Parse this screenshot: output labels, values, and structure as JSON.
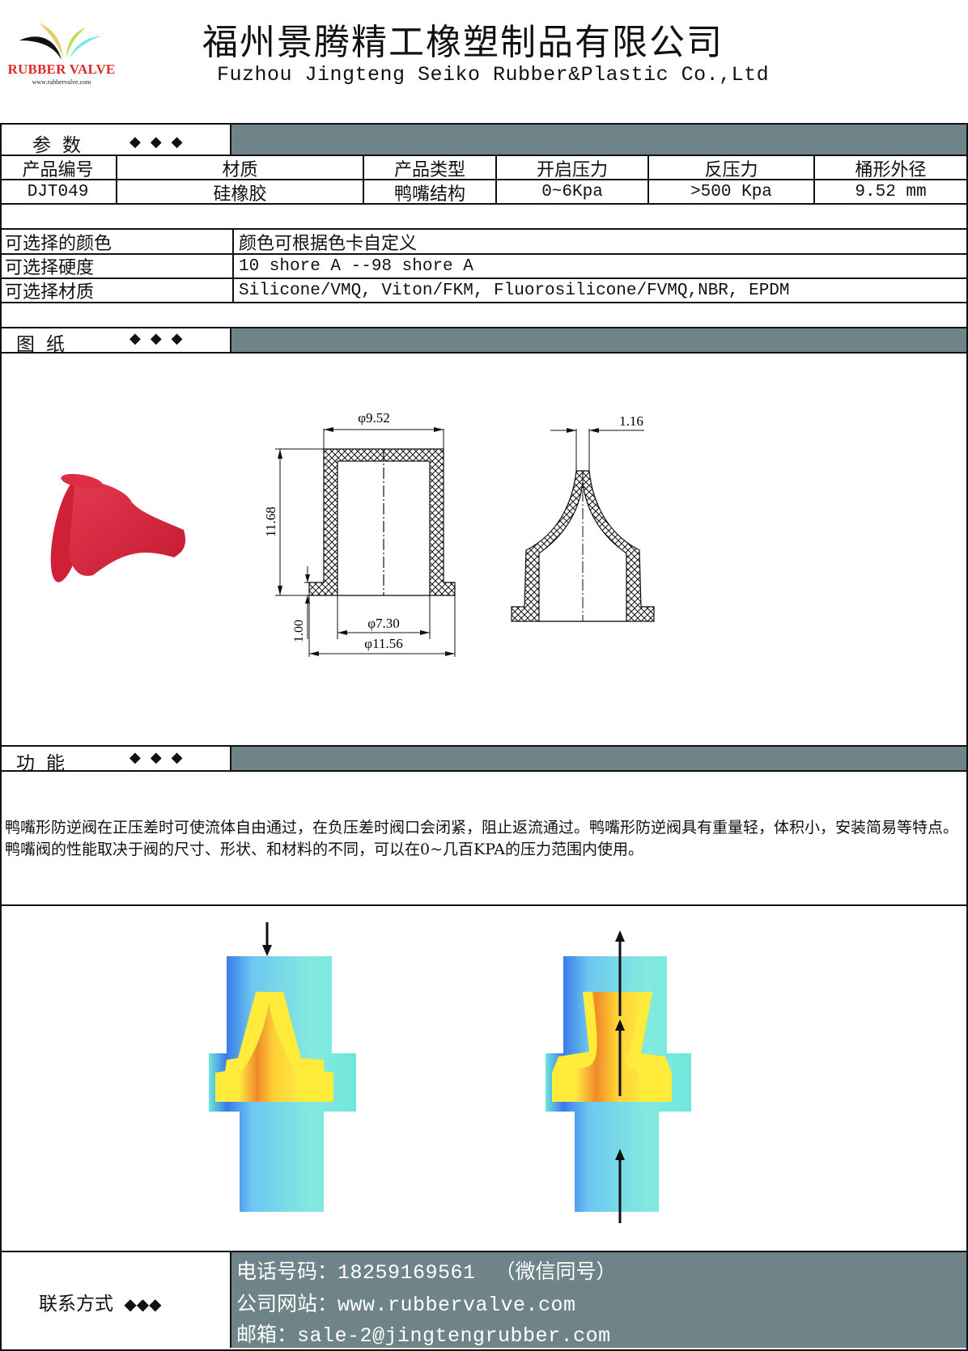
{
  "header": {
    "logo_text": "RUBBER VALVE",
    "logo_url": "www.rubbervalve.com",
    "title_cn": "福州景腾精工橡塑制品有限公司",
    "title_en": "Fuzhou Jingteng Seiko Rubber&Plastic Co.,Ltd"
  },
  "params": {
    "section_label": "参数",
    "diamonds": "◆◆◆",
    "columns": [
      "产品编号",
      "材质",
      "产品类型",
      "开启压力",
      "反压力",
      "桶形外径"
    ],
    "values": [
      "DJT049",
      "硅橡胶",
      "鸭嘴结构",
      "0~6Kpa",
      ">500 Kpa",
      "9.52 mm"
    ]
  },
  "options": [
    {
      "label": "可选择的颜色",
      "value": "颜色可根据色卡自定义"
    },
    {
      "label": "可选择硬度",
      "value": "10 shore A --98 shore A"
    },
    {
      "label": "可选择材质",
      "value": "Silicone/VMQ, Viton/FKM, Fluorosilicone/FVMQ,NBR, EPDM"
    }
  ],
  "drawing": {
    "section_label": "图纸",
    "diamonds": "◆◆◆",
    "dimensions": {
      "outer_diameter": "φ9.52",
      "height": "11.68",
      "inner_diameter": "φ7.30",
      "flange_diameter": "φ11.56",
      "flange_thickness": "1.00",
      "slit_width": "1.16"
    },
    "product_color": "#d8283e"
  },
  "function": {
    "section_label": "功能",
    "diamonds": "◆◆◆",
    "text": "鸭嘴形防逆阀在正压差时可使流体自由通过，在负压差时阀口会闭紧，阻止返流通过。鸭嘴形防逆阀具有重量轻，体积小，安装简易等特点。鸭嘴阀的性能取决于阀的尺寸、形状、和材料的不同，可以在0~几百KPA的压力范围内使用。"
  },
  "contact": {
    "label": "联系方式",
    "diamonds": "◆◆◆",
    "phone_label": "电话号码：",
    "phone": "18259169561",
    "phone_note": "（微信同号）",
    "website_label": "公司网站：",
    "website": "www.rubbervalve.com",
    "email_label": "邮箱：",
    "email": "sale-2@jingtengrubber.com"
  },
  "colors": {
    "section_gray": "#6e8489",
    "border": "#111111",
    "logo_red": "#e02a2a"
  }
}
